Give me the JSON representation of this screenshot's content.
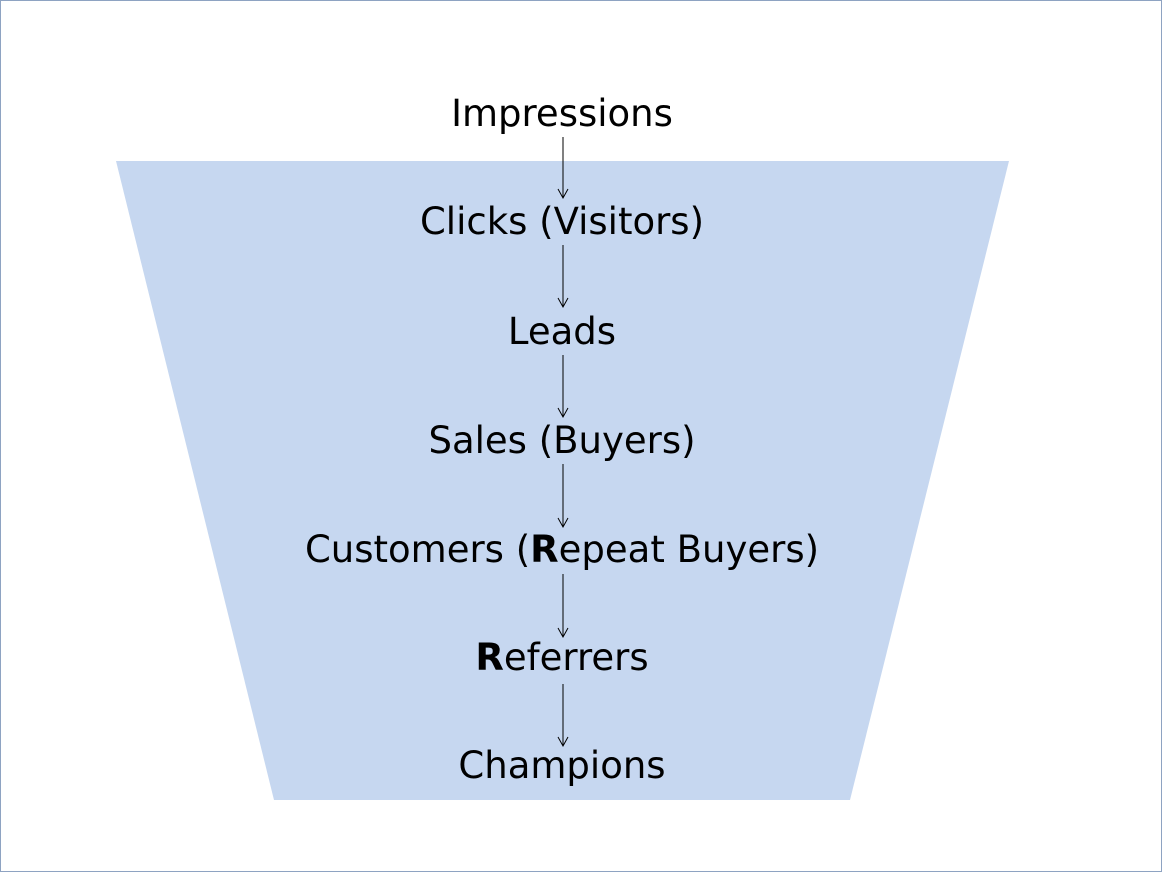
{
  "stages": [
    {
      "label": "Impressions"
    },
    {
      "label": "Clicks (Visitors)"
    },
    {
      "label": "Leads"
    },
    {
      "label": "Sales (Buyers)"
    },
    {
      "label": "Customers (",
      "bold": "R",
      "rest": "epeat Buyers)"
    },
    {
      "label": "",
      "bold": "R",
      "rest": "eferrers"
    },
    {
      "label": "Champions"
    }
  ],
  "colors": {
    "funnel_fill": "#c6d7f0",
    "frame_border": "#8ea3c2",
    "arrow": "#000000"
  }
}
